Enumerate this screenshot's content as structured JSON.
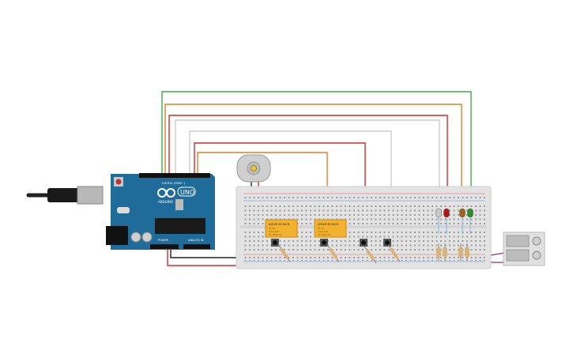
{
  "arduino": {
    "logo": "ARDUINO",
    "model": "UNO",
    "header_digital": "DIGITAL (PWM~)",
    "header_power": "POWER",
    "header_analog": "ANALOG IN"
  },
  "relays": [
    {
      "label": "KS2E-M-DC5",
      "lines": [
        "5V 5A",
        "0.1A 12V",
        "5A 250V AC"
      ]
    },
    {
      "label": "KS2E-M-DC5",
      "lines": [
        "5V 5A",
        "0.1A 12V",
        "5A 250V AC"
      ]
    }
  ],
  "leds": [
    {
      "color": "#c8c8c8"
    },
    {
      "color": "#b01818"
    },
    {
      "color": "#a0641e"
    },
    {
      "color": "#2f8a2a"
    }
  ],
  "colors": {
    "wire_green": "#3cae49",
    "wire_orange": "#d9822b",
    "wire_red": "#d42a2a",
    "wire_gray": "#cccccc",
    "wire_black": "#222222",
    "wire_magenta": "#a0286e",
    "board_blue": "#1f6b9a",
    "breadboard": "#e3e3e3",
    "relay_yellow": "#f2b22f"
  }
}
